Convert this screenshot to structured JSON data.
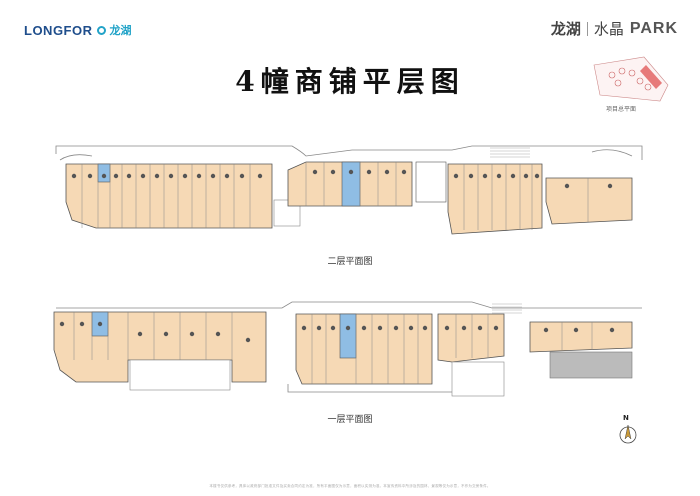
{
  "header": {
    "brand": "LONGFOR",
    "brand_cn": "龙湖",
    "park_cn": "龙湖",
    "park_name": "水晶",
    "park_logo": "PARK"
  },
  "title": "4幢商铺平层图",
  "keymap_label": "项目总平面",
  "floors": [
    {
      "label": "二层平面图"
    },
    {
      "label": "一层平面图"
    }
  ],
  "compass": {
    "letter": "N"
  },
  "footer": "本楼书仅供参考，具体以政府部门批准文件及买卖合同约定为准，所有平面图仅为示意，面积以实测为准。本宣传资料中所涉及的园林、景观等仅为示意，不作为交房条件。",
  "colors": {
    "shop_fill": "#f6d9b5",
    "shop_fill_dark": "#eec79b",
    "highlight_fill": "#8fbde4",
    "outline": "#555555",
    "wall": "#888888"
  }
}
